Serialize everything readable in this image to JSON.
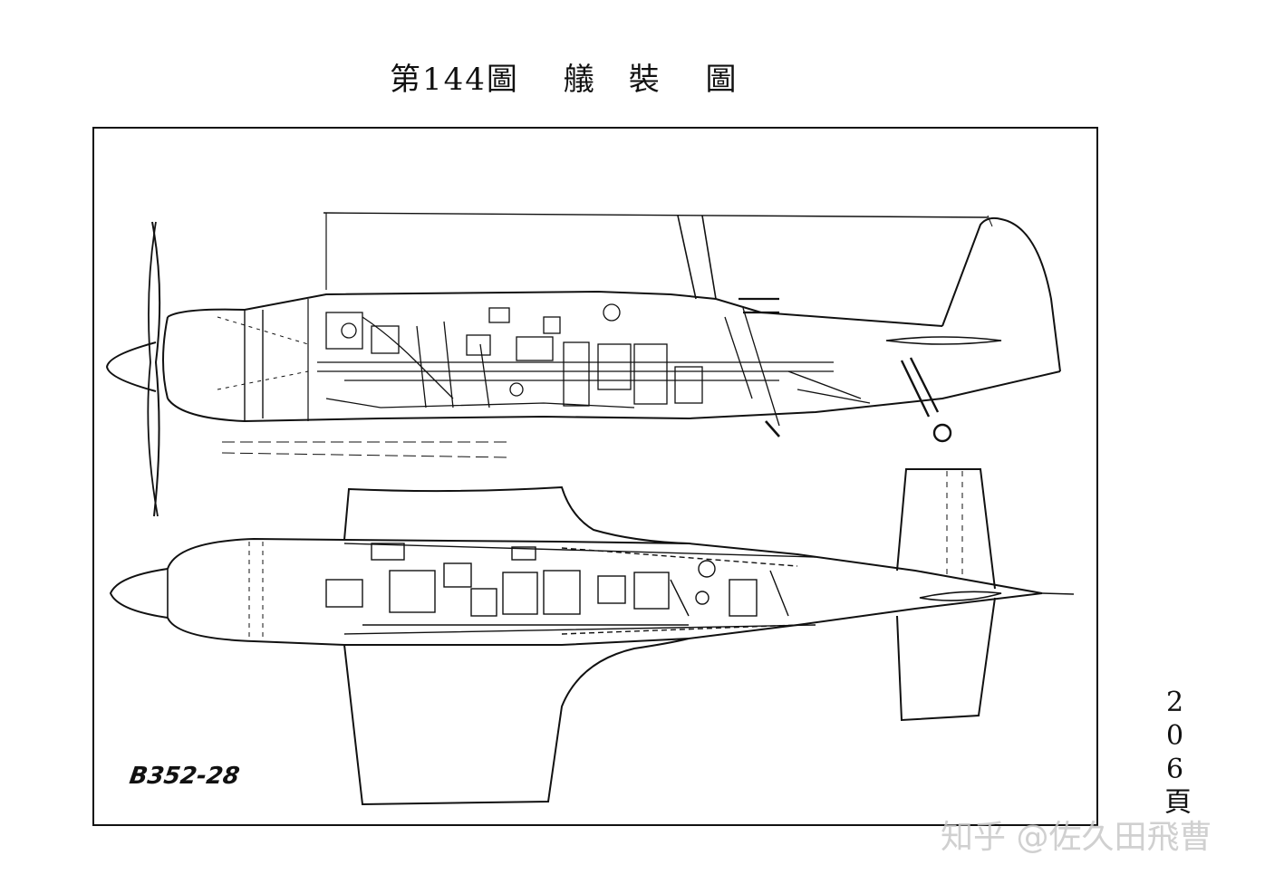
{
  "title": "第144圖　 艤　裝　 圖",
  "page_number": "206頁",
  "drawing_number": "B352-28",
  "watermark": "知乎 @佐久田飛曹"
}
